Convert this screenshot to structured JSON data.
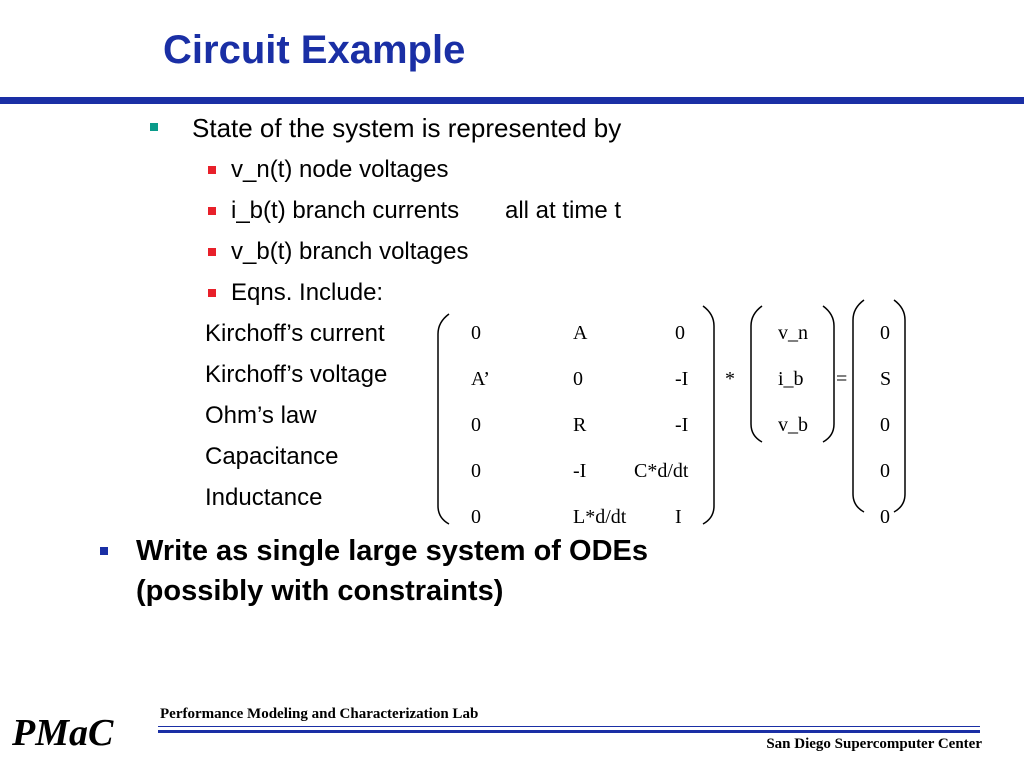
{
  "title": "Circuit Example",
  "bullets": {
    "main": "State of the system is represented by",
    "sub": [
      "v_n(t)  node voltages",
      "i_b(t) branch currents",
      "v_b(t) branch voltages",
      "Eqns. Include:"
    ],
    "all_at_time": "all at time t"
  },
  "equations": [
    "Kirchoff’s current",
    "Kirchoff’s voltage",
    "Ohm’s law",
    "Capacitance",
    "Inductance"
  ],
  "matrix": {
    "rows": [
      [
        "0",
        "A",
        "0"
      ],
      [
        "A’",
        "0",
        "-I"
      ],
      [
        "0",
        "R",
        "-I"
      ],
      [
        "0",
        "-I",
        "C*d/dt"
      ],
      [
        "0",
        "L*d/dt",
        "I"
      ]
    ],
    "times": "*",
    "vector": [
      "v_n",
      "i_b",
      "v_b"
    ],
    "equals": "=",
    "rhs": [
      "0",
      "S",
      "0",
      "0",
      "0"
    ]
  },
  "bottom_bullet": {
    "line1": "Write as single large system of ODEs",
    "line2": "(possibly with constraints)"
  },
  "footer": {
    "lab": "Performance Modeling and Characterization Lab",
    "logo": "PMaC",
    "center": "San Diego Supercomputer Center"
  }
}
